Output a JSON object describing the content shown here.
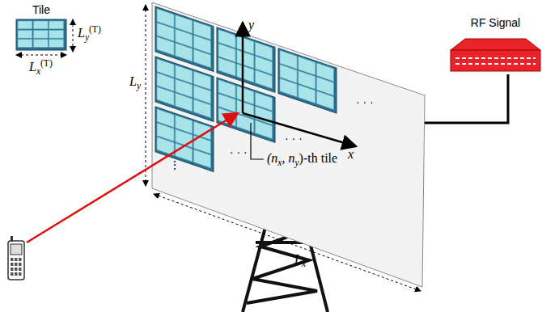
{
  "diagram": {
    "nodes": [
      {
        "text": [
          "Tile"
        ]
      },
      {
        "text": [
          "RF Signal"
        ]
      }
    ],
    "labels": [
      "L",
      "y",
      "(T)",
      "L",
      "x",
      "(T)",
      "L",
      "y",
      "y",
      "x",
      "· · ·",
      "· · ·",
      "· · ·",
      "⋮",
      "(n",
      "x",
      ", n",
      "y",
      ")-th tile",
      "L",
      "x"
    ]
  }
}
